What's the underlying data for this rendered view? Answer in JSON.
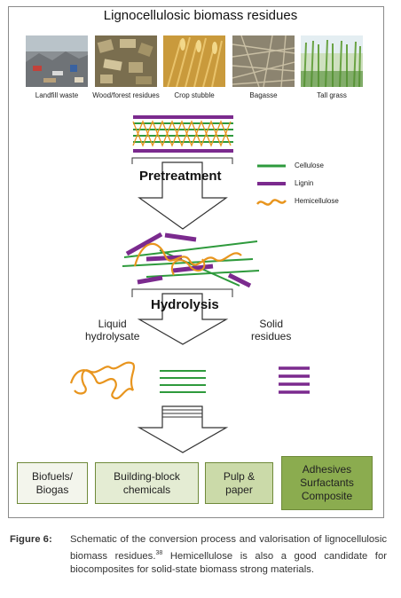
{
  "title": "Lignocellulosic biomass residues",
  "sources": [
    {
      "label": "Landfill waste"
    },
    {
      "label": "Wood/forest residues"
    },
    {
      "label": "Crop stubble"
    },
    {
      "label": "Bagasse"
    },
    {
      "label": "Tall grass"
    }
  ],
  "stages": {
    "pretreatment": "Pretreatment",
    "hydrolysis": "Hydrolysis"
  },
  "legend": [
    {
      "label": "Cellulose",
      "color": "#2e9a3c"
    },
    {
      "label": "Lignin",
      "color": "#7b2a8e"
    },
    {
      "label": "Hemicellulose",
      "color": "#e8951e"
    }
  ],
  "outputs": {
    "liquid": "Liquid\nhydrolysate",
    "solid": "Solid\nresidues"
  },
  "products": [
    {
      "label": "Biofuels/\nBiogas",
      "fill": "#f3f5ec"
    },
    {
      "label": "Building-block\nchemicals",
      "fill": "#e4ecd3"
    },
    {
      "label": "Pulp &\npaper",
      "fill": "#cbdaa9"
    },
    {
      "label": "Adhesives\nSurfactants\nComposite",
      "fill": "#8bac4f"
    }
  ],
  "caption": {
    "label": "Figure 6:",
    "text": "Schematic of the conversion process and valorisation of lignocellulosic biomass residues.",
    "ref": "38",
    "text2": " Hemicellulose is also a good candidate for biocomposites for solid-state biomass strong materials."
  }
}
